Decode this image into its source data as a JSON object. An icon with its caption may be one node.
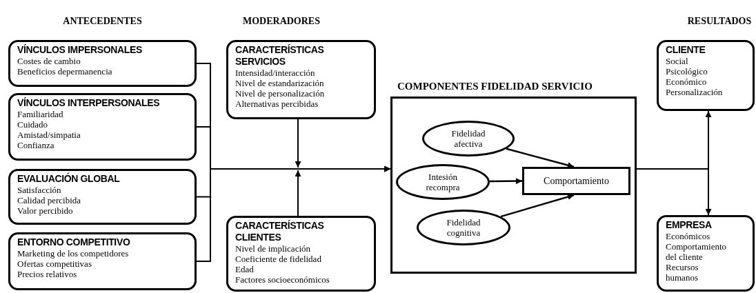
{
  "diagram": {
    "nodes": [
      {
        "text": [
          "VÍNCULOS IMPERSONALES",
          "Costes de cambio",
          "Beneficios depermanencia"
        ]
      },
      {
        "text": [
          "VÍNCULOS INTERPERSONALES",
          "Familiaridad",
          "Cuidado",
          "Amistad/simpatia",
          "Confianza"
        ]
      },
      {
        "text": [
          "EVALUACIÓN GLOBAL",
          "Satisfacción",
          "Calidad percibida",
          "Valor percibido"
        ]
      },
      {
        "text": [
          "ENTORNO COMPETITIVO",
          "Marketing de los competidores",
          "Ofertas competitivas",
          "Precios relativos"
        ]
      },
      {
        "text": [
          "CARACTERÍSTICAS SERVICIOS",
          "Intensidad/interacción",
          "Nivel de estandarización",
          "Nivel de personalización",
          "Alternativas percibidas"
        ]
      },
      {
        "text": [
          "CARACTERÍSTICAS CLIENTES",
          "Nivel de implicación",
          "Coeficiente de fidelidad",
          "Edad",
          "Factores socioeconómicos"
        ]
      },
      {
        "text": [
          "COMPONENTES FIDELIDAD SERVICIO"
        ]
      },
      {
        "text": [
          "Fidelidad afectiva"
        ],
        "in": 6
      },
      {
        "text": [
          "Intesión recompra"
        ],
        "in": 6
      },
      {
        "text": [
          "Fidelidad cognitiva"
        ],
        "in": 6
      },
      {
        "text": [
          "Comportamiento"
        ],
        "in": 6
      },
      {
        "text": [
          "CLIENTE",
          "Social",
          "Psicológico",
          "Económico",
          "Personalización"
        ]
      },
      {
        "text": [
          "EMPRESA",
          "Económicos",
          "Comportamiento del cliente",
          "Recursos humanos"
        ]
      }
    ],
    "edges": [
      {
        "from": 0,
        "to": 6,
        "arrow": "to"
      },
      {
        "from": 1,
        "to": 6,
        "arrow": "to"
      },
      {
        "from": 2,
        "to": 6,
        "arrow": "to"
      },
      {
        "from": 3,
        "to": 6,
        "arrow": "to"
      },
      {
        "from": 4,
        "to": null,
        "arrow": "to"
      },
      {
        "from": 5,
        "to": null,
        "arrow": "to"
      },
      {
        "from": 7,
        "to": 10,
        "arrow": "to"
      },
      {
        "from": 8,
        "to": 10,
        "arrow": "to"
      },
      {
        "from": 9,
        "to": 10,
        "arrow": "to"
      },
      {
        "from": 6,
        "to": 11,
        "arrow": "to"
      },
      {
        "from": 6,
        "to": 12,
        "arrow": "to"
      }
    ],
    "labels": [
      "ANTECEDENTES",
      "MODERADORES",
      "RESULTADOS"
    ]
  }
}
